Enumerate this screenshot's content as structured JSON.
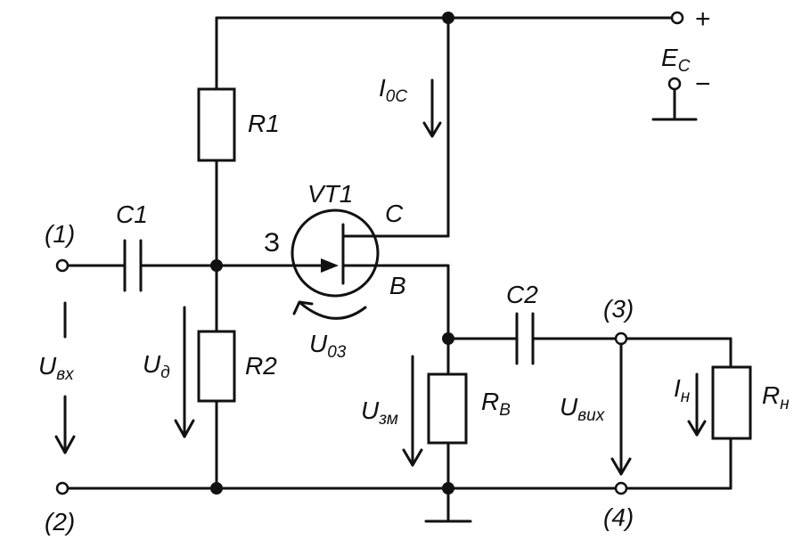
{
  "supply": {
    "plus": "+",
    "minus": "−",
    "name": "E",
    "sub": "C"
  },
  "transistor": {
    "name": "VT1",
    "gate": "З",
    "drain": "C",
    "source": "B"
  },
  "capacitors": {
    "c1": "C1",
    "c2": "C2"
  },
  "resistors": {
    "r1": "R1",
    "r2": "R2",
    "rs": "R",
    "rs_sub": "B",
    "rl": "R",
    "rl_sub": "н"
  },
  "terminals": {
    "t1": "(1)",
    "t2": "(2)",
    "t3": "(3)",
    "t4": "(4)"
  },
  "quantities": {
    "i_drain": "I",
    "i_drain_sub": "0C",
    "u_in": "U",
    "u_in_sub": "вх",
    "u_div": "U",
    "u_div_sub": "д",
    "u_gs": "U",
    "u_gs_sub": "03",
    "u_src": "U",
    "u_src_sub": "зм",
    "u_out": "U",
    "u_out_sub": "вих",
    "i_load": "I",
    "i_load_sub": "н"
  }
}
